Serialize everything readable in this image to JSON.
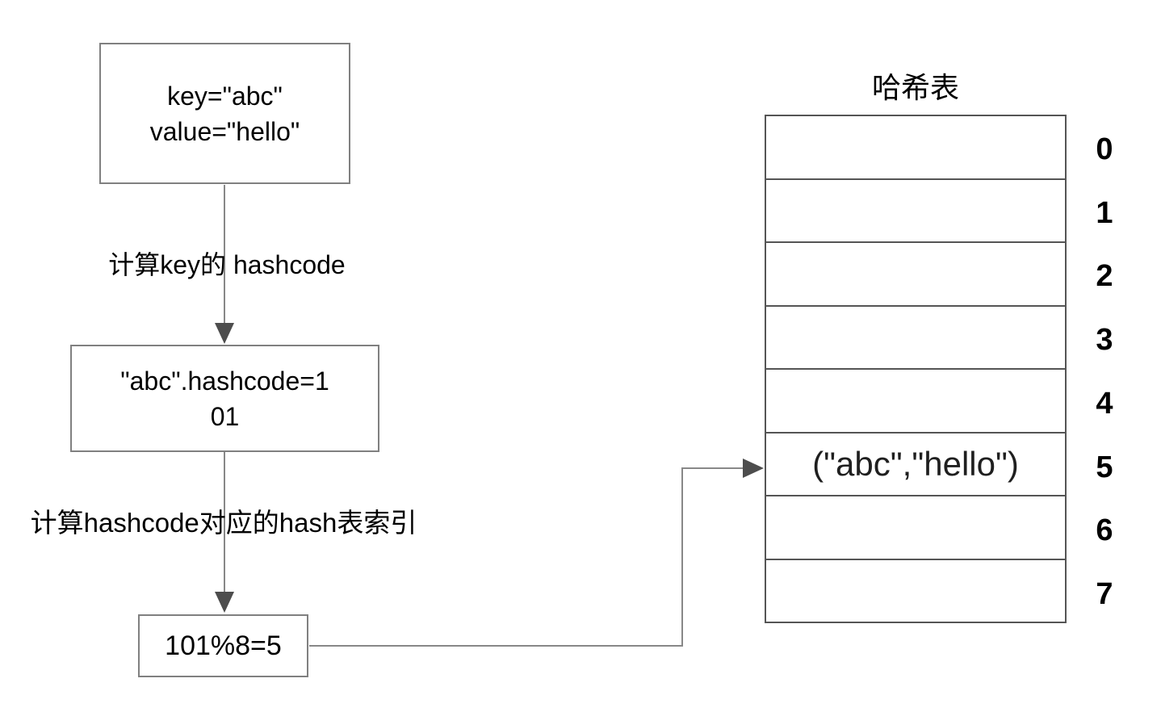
{
  "colors": {
    "line": "#888888",
    "arrowhead": "#4d4d4d",
    "box_border": "#808080",
    "table_border": "#555555",
    "text": "#000000",
    "cell_text": "#1f1f1f"
  },
  "flow": {
    "input_box": {
      "lines": [
        "key=\"abc\"",
        "value=\"hello\""
      ]
    },
    "step1_label": "计算key的 hashcode",
    "hashcode_box": {
      "lines": [
        "\"abc\".hashcode=1",
        "01"
      ]
    },
    "step2_label": "计算hashcode对应的hash表索引",
    "index_box": {
      "text": "101%8=5"
    }
  },
  "hash_table": {
    "title": "哈希表",
    "rows": [
      {
        "index": "0",
        "value": ""
      },
      {
        "index": "1",
        "value": ""
      },
      {
        "index": "2",
        "value": ""
      },
      {
        "index": "3",
        "value": ""
      },
      {
        "index": "4",
        "value": ""
      },
      {
        "index": "5",
        "value": "(\"abc\",\"hello\")"
      },
      {
        "index": "6",
        "value": ""
      },
      {
        "index": "7",
        "value": ""
      }
    ]
  }
}
